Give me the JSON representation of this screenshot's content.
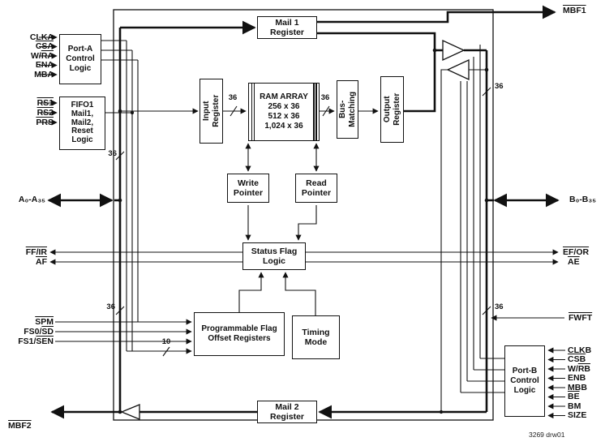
{
  "diagram": {
    "drawing_number": "3269 drw01",
    "blocks": {
      "port_a": "Port-A\nControl\nLogic",
      "reset_logic": "FIFO1\nMail1,\nMail2,\nReset\nLogic",
      "mail1": "Mail 1\nRegister",
      "input_register": "Input\nRegister",
      "ram": "RAM ARRAY\n256 x 36\n512 x 36\n1,024 x 36",
      "bus_matching": "Bus-\nMatching",
      "output_register": "Output\nRegister",
      "write_pointer": "Write\nPointer",
      "read_pointer": "Read\nPointer",
      "status_flag": "Status Flag\nLogic",
      "offset_registers": "Programmable Flag\nOffset Registers",
      "timing_mode": "Timing\nMode",
      "mail2": "Mail 2\nRegister",
      "port_b": "Port-B\nControl\nLogic"
    },
    "signals": {
      "mbf1": "MBF1",
      "mbf2": "MBF2",
      "clka": "CLKA",
      "csa": "CSA",
      "wra_plain": "W/",
      "wra_bar": "RA",
      "ena": "ENA",
      "mba": "MBA",
      "rs1": "RS1",
      "rs2": "RS2",
      "prs": "PRS",
      "a_bus": "A₀-A₃₅",
      "ffir": "FF/IR",
      "af": "AF",
      "spm": "SPM",
      "fs0_plain": "FS0/",
      "fs0_bar": "SD",
      "fs1_plain": "FS1/",
      "fs1_bar": "SEN",
      "b_bus": "B₀-B₃₅",
      "efor": "EF/OR",
      "ae": "AE",
      "fwft": "FWFT",
      "clkb": "CLKB",
      "csb": "CSB",
      "wrb_plain": "W/",
      "wrb_bar": "RB",
      "enb": "ENB",
      "mbb": "MBB",
      "be": "BE",
      "bm": "BM",
      "size": "SIZE"
    },
    "widths": {
      "w36": "36",
      "w10": "10"
    }
  }
}
